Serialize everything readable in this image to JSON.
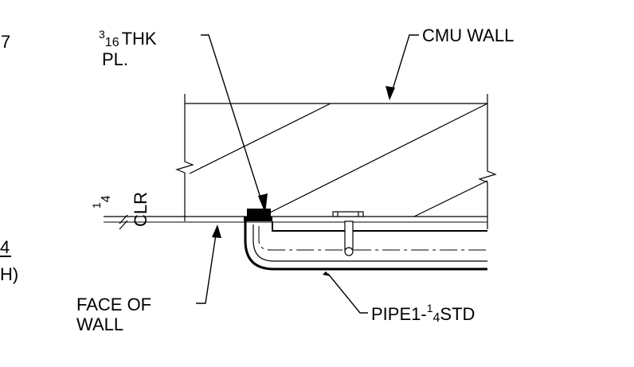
{
  "drawing": {
    "edge_fragments": {
      "top_left_digit": "7",
      "mid_left_digit": "4",
      "left_paren": "H)"
    },
    "labels": {
      "plate_thk_numerator": "3",
      "plate_thk_denominator": "16",
      "plate_thk_text": "THK",
      "plate_line2": "PL.",
      "cmu_wall": "CMU WALL",
      "clearance_numerator": "1",
      "clearance_denominator": "4",
      "clearance_text": "CLR",
      "face_of_wall_line1": "FACE OF",
      "face_of_wall_line2": "WALL",
      "pipe_prefix": "PIPE1-",
      "pipe_numerator": "1",
      "pipe_denominator": "4",
      "pipe_suffix": "STD"
    },
    "line_color": "#000000",
    "background_color": "#ffffff"
  }
}
